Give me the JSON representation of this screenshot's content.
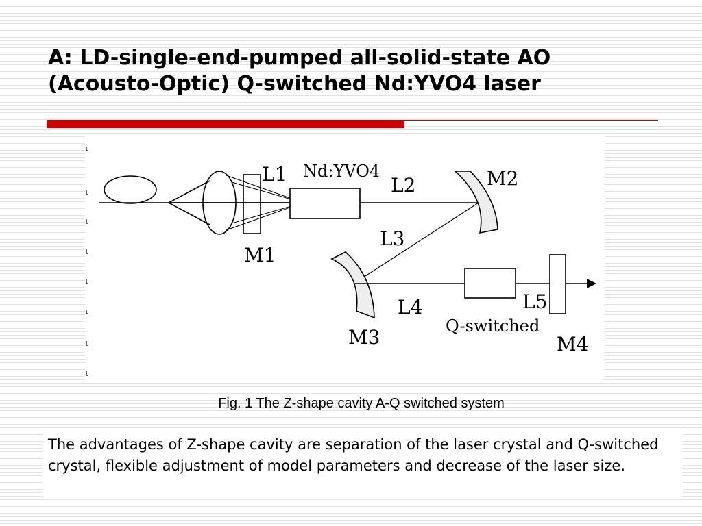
{
  "slide": {
    "title_line1": "A: LD-single-end-pumped all-solid-state AO",
    "title_line2": "(Acousto-Optic) Q-switched Nd:YVO4 laser",
    "accent_color": "#cc0000",
    "caption": "Fig. 1 The  Z-shape cavity A-Q switched system",
    "description": "The advantages of Z-shape cavity are separation of the laser crystal and Q-switched crystal, flexible adjustment of model parameters and decrease of the laser size."
  },
  "diagram": {
    "labels": {
      "L1": "L1",
      "crystal": "Nd:YVO4",
      "L2": "L2",
      "M2": "M2",
      "L3": "L3",
      "M1": "M1",
      "M3": "M3",
      "L4": "L4",
      "qswitch": "Q-switched",
      "L5": "L5",
      "M4": "M4"
    },
    "line_color": "#000000",
    "mirror_fill": "#eeeeee"
  }
}
